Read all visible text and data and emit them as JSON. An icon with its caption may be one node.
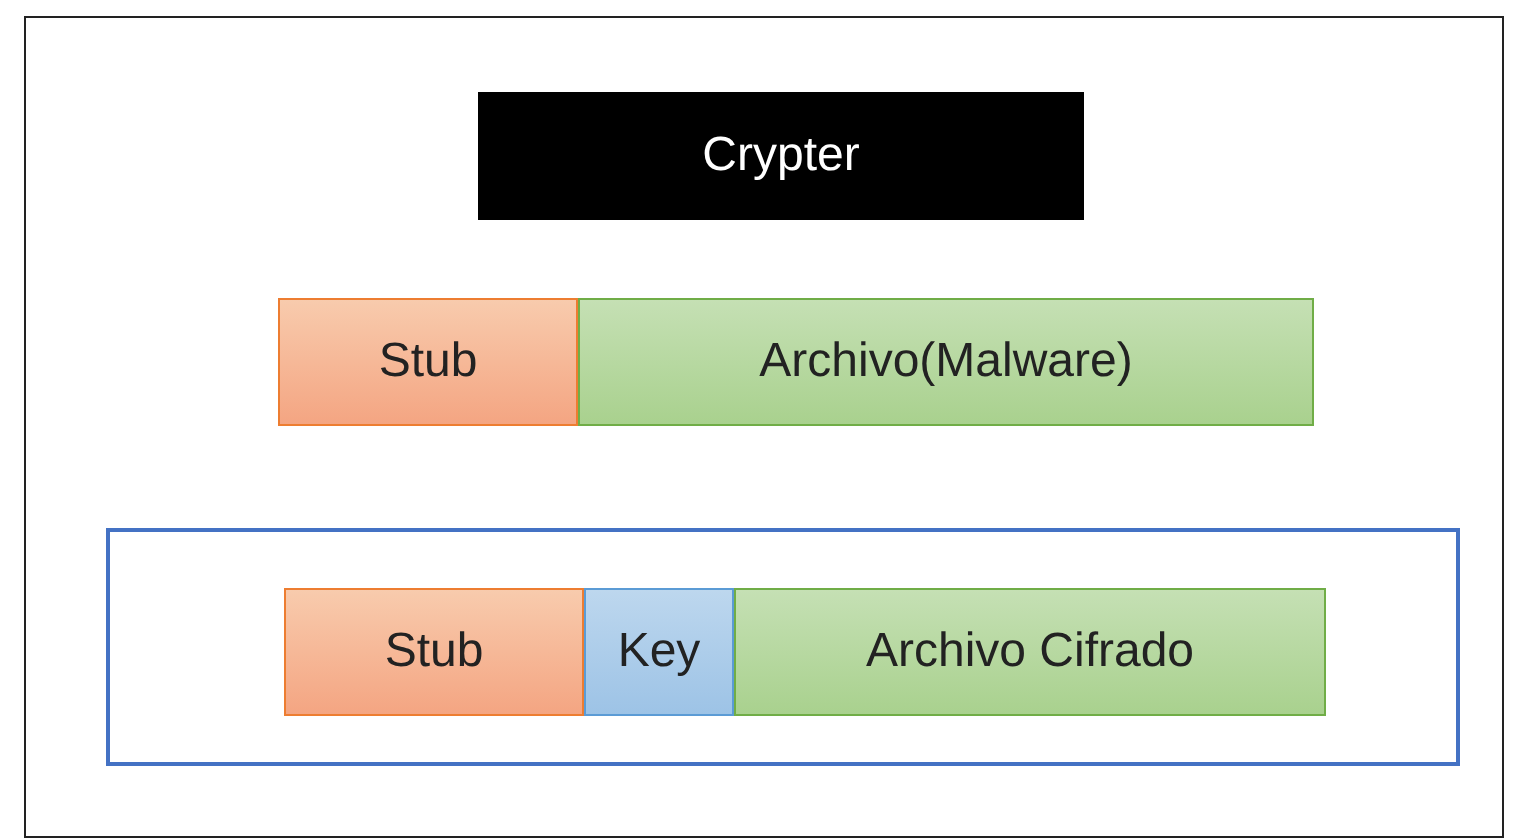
{
  "diagram": {
    "nodes": [
      {
        "text": [
          "Crypter"
        ]
      },
      {
        "text": [
          "Stub"
        ]
      },
      {
        "text": [
          "Archivo(Malware)"
        ]
      },
      {
        "text": [],
        "shape": "box"
      },
      {
        "text": [
          "Stub"
        ],
        "in": 3
      },
      {
        "text": [
          "Key"
        ],
        "in": 3
      },
      {
        "text": [
          "Archivo Cifrado"
        ],
        "in": 3
      }
    ]
  }
}
